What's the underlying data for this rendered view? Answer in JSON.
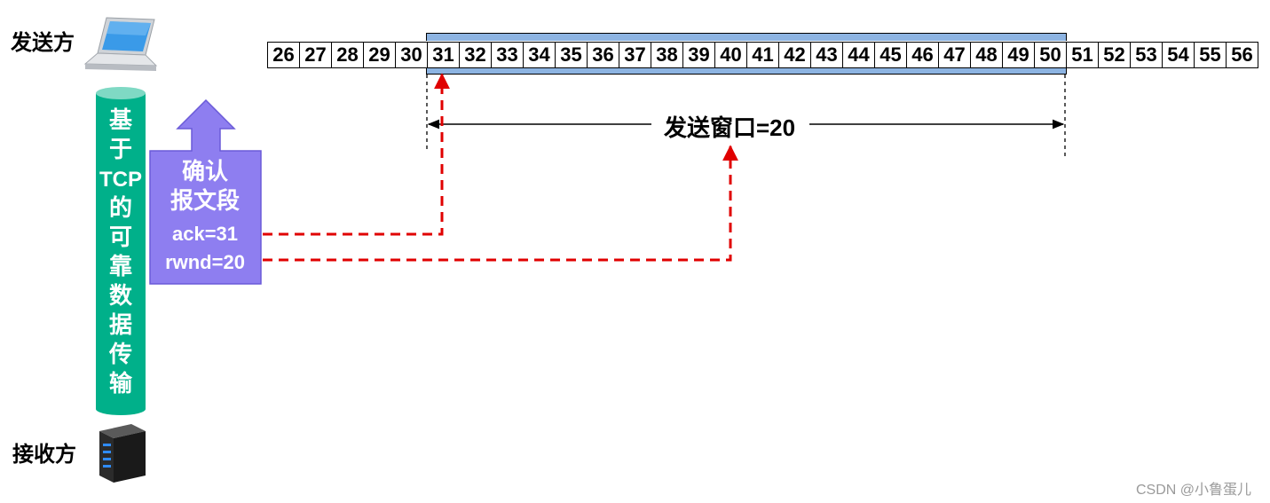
{
  "roles": {
    "sender": "发送方",
    "receiver": "接收方"
  },
  "channel": {
    "chars_top": [
      "基",
      "于"
    ],
    "tcp": "TCP",
    "chars_bottom": [
      "的",
      "可",
      "靠",
      "数",
      "据",
      "传",
      "输"
    ]
  },
  "ack": {
    "title_line1": "确认",
    "title_line2": "报文段",
    "ack_value": "ack=31",
    "rwnd_value": "rwnd=20"
  },
  "sequence": [
    "26",
    "27",
    "28",
    "29",
    "30",
    "31",
    "32",
    "33",
    "34",
    "35",
    "36",
    "37",
    "38",
    "39",
    "40",
    "41",
    "42",
    "43",
    "44",
    "45",
    "46",
    "47",
    "48",
    "49",
    "50",
    "51",
    "52",
    "53",
    "54",
    "55",
    "56"
  ],
  "send_window": {
    "label": "发送窗口=20",
    "start": "31",
    "end": "50"
  },
  "colors": {
    "channel": "#00b08a",
    "channel_top": "#7fd9c4",
    "ack_shape": "#8e7ef0",
    "window_bar": "#8db4e2",
    "dashed_arrow": "#e00000"
  },
  "watermark": "CSDN @小鲁蛋儿"
}
